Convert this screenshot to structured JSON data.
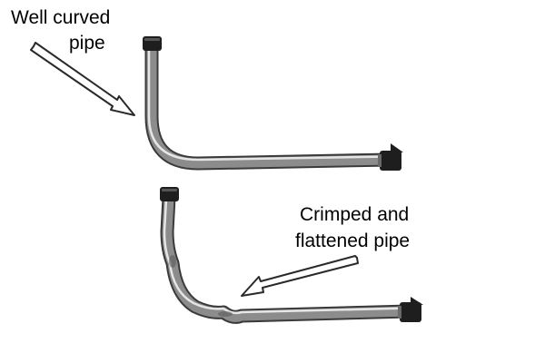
{
  "labels": {
    "curved_line1": "Well curved",
    "curved_line2": "pipe",
    "crimped_line1": "Crimped and",
    "crimped_line2": "flattened pipe"
  },
  "colors": {
    "pipe_shadow": "#3a3a3a",
    "pipe_body": "#8c8c8c",
    "pipe_highlight": "#e6e6e6",
    "fitting": "#1e1e1e",
    "arrow_outline": "#2a2a2a",
    "arrow_fill": "#ffffff",
    "text": "#000000"
  }
}
